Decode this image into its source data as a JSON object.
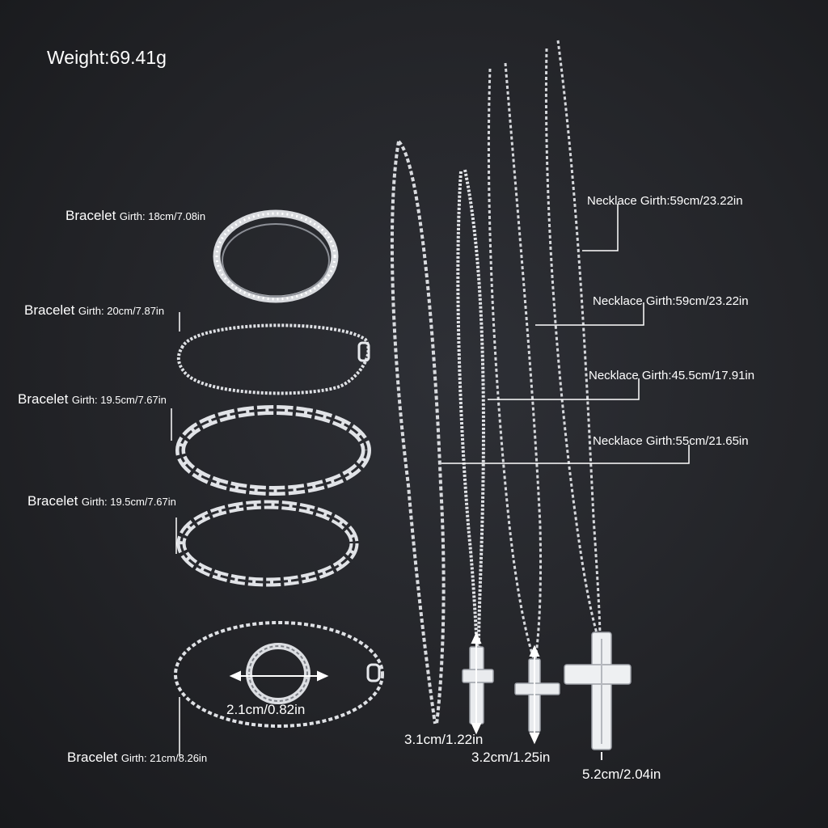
{
  "weight": "Weight:69.41g",
  "colors": {
    "background": "#232428",
    "metal": "#e6e8ec",
    "text": "#ffffff"
  },
  "bracelets": [
    {
      "name": "Bracelet",
      "girth": "Girth: 18cm/7.08in"
    },
    {
      "name": "Bracelet",
      "girth": "Girth: 20cm/7.87in"
    },
    {
      "name": "Bracelet",
      "girth": "Girth: 19.5cm/7.67in"
    },
    {
      "name": "Bracelet",
      "girth": "Girth: 19.5cm/7.67in"
    },
    {
      "name": "Bracelet",
      "girth": "Girth: 21cm/8.26in"
    }
  ],
  "necklaces": [
    "Necklace Girth:59cm/23.22in",
    "Necklace Girth:59cm/23.22in",
    "Necklace Girth:45.5cm/17.91in",
    "Necklace Girth:55cm/21.65in"
  ],
  "ring_size": "2.1cm/0.82in",
  "pendant_sizes": [
    "3.1cm/1.22in",
    "3.2cm/1.25in",
    "5.2cm/2.04in"
  ]
}
